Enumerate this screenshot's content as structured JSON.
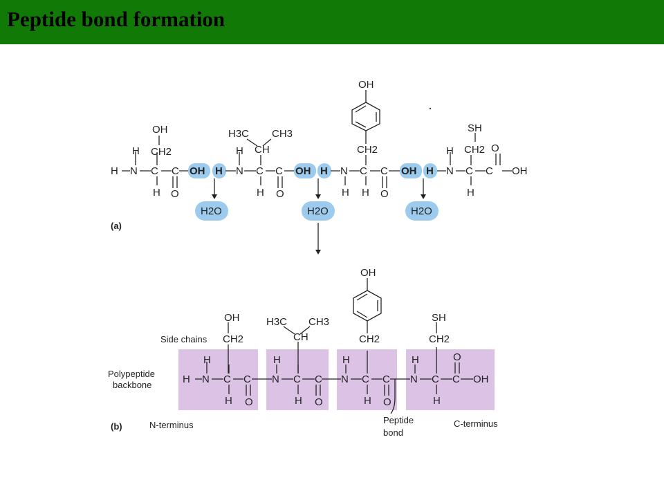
{
  "slide": {
    "title": "Peptide bond formation"
  },
  "diagram": {
    "panel_a_label": "(a)",
    "panel_b_label": "(b)",
    "water": "H2O",
    "labels": {
      "side_chains": "Side chains",
      "backbone_line1": "Polypeptide",
      "backbone_line2": "backbone",
      "n_terminus": "N-terminus",
      "c_terminus": "C-terminus",
      "peptide_line1": "Peptide",
      "peptide_line2": "bond"
    },
    "atoms": {
      "H": "H",
      "N": "N",
      "C": "C",
      "O": "O",
      "OH": "OH",
      "CH": "CH",
      "CH2": "CH2",
      "H3C": "H3C",
      "CH3": "CH3",
      "SH": "SH"
    },
    "colors": {
      "title_bar": "#117a06",
      "water_highlight": "#9dcbee",
      "residue_box": "#dcc3e6"
    }
  }
}
